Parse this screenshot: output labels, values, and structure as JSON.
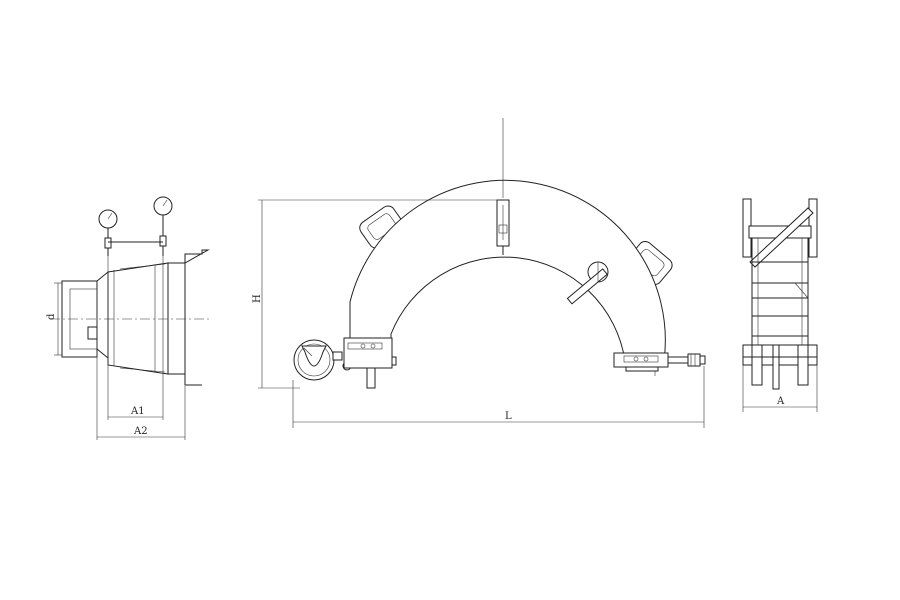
{
  "labels": {
    "diameter": "d",
    "height": "H",
    "length": "L",
    "width": "A",
    "dim_a1": "A1",
    "dim_a2": "A2"
  },
  "colors": {
    "line": "#222222",
    "background": "#ffffff"
  }
}
